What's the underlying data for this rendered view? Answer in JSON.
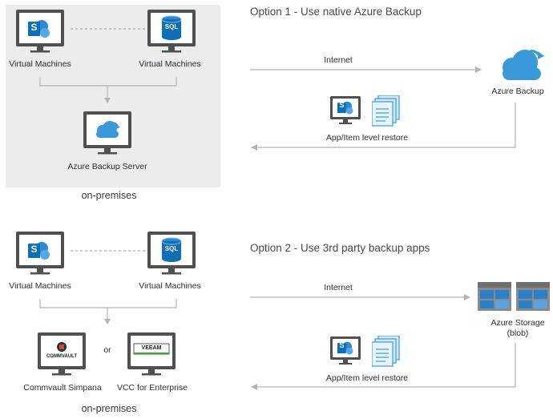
{
  "option1": {
    "title": "Option 1 - Use native Azure Backup",
    "vm_left_label": "Virtual Machines",
    "vm_right_label": "Virtual Machines",
    "vm_left_icon": "sharepoint-icon",
    "vm_right_icon": "sql-database-icon",
    "sql_text": "SQL",
    "server_label": "Azure Backup Server",
    "onprem_label": "on-premises",
    "internet_label": "Internet",
    "cloud_label": "Azure Backup",
    "restore_label": "App/Item level restore"
  },
  "option2": {
    "title": "Option 2 - Use 3rd party backup apps",
    "vm_left_label": "Virtual Machines",
    "vm_right_label": "Virtual Machines",
    "sql_text": "SQL",
    "or_label": "or",
    "commvault_logo_text": "COMMVAULT",
    "veeam_logo_text": "VEEAM",
    "commvault_label": "Commvault Simpana",
    "veeam_label": "VCC for Enterprise",
    "onprem_label": "on-premises",
    "internet_label": "Internet",
    "storage_label_line1": "Azure Storage",
    "storage_label_line2": "(blob)",
    "restore_label": "App/Item level restore"
  },
  "colors": {
    "panel_bg": "#ececec",
    "monitor_frame": "#505050",
    "sharepoint_blue": "#0f6fb5",
    "azure_blue": "#3a9ad9",
    "connector_gray": "#b3b3b3"
  }
}
